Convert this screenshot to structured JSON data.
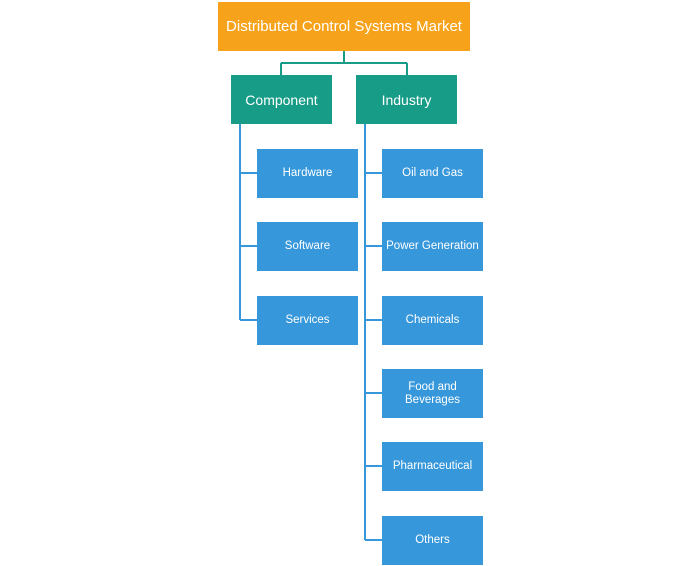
{
  "root": {
    "label": "Distributed Control Systems Market"
  },
  "categories": [
    {
      "label": "Component",
      "items": [
        "Hardware",
        "Software",
        "Services"
      ]
    },
    {
      "label": "Industry",
      "items": [
        "Oil and Gas",
        "Power Generation",
        "Chemicals",
        "Food and Beverages",
        "Pharmaceutical",
        "Others"
      ]
    }
  ],
  "colors": {
    "root": "#f7a21b",
    "category": "#169c87",
    "leaf": "#3797db",
    "connector_top": "#169c87",
    "connector_leaf": "#3797db"
  }
}
